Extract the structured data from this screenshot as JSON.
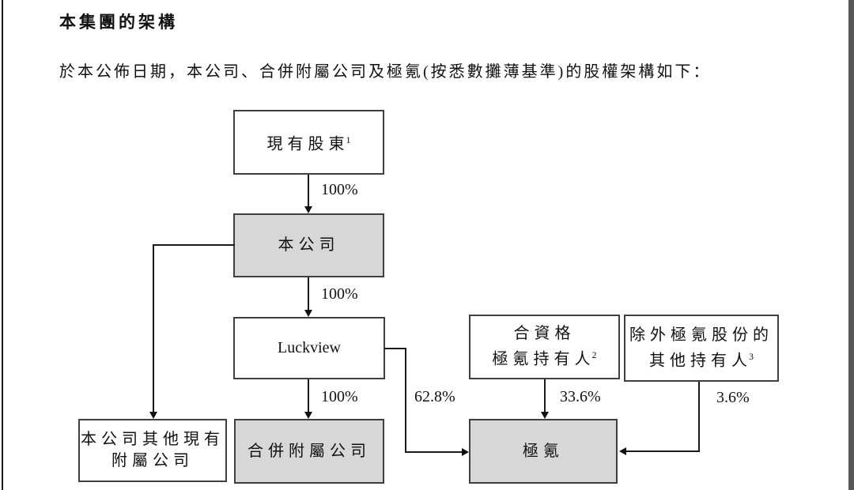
{
  "page": {
    "title": "本集團的架構",
    "intro": "於本公佈日期，本公司、合併附屬公司及極氪(按悉數攤薄基準)的股權架構如下："
  },
  "colors": {
    "box_fill_gray": "#d7d7d7",
    "box_fill_white": "#ffffff",
    "box_border": "#3f3f3f",
    "line": "#1a1a1a",
    "right_edge_bar": "#58585a"
  },
  "diagram": {
    "nodes": [
      {
        "id": "existing-shareholders",
        "line1": "現有股東",
        "sup": "1",
        "fill": "white"
      },
      {
        "id": "the-company",
        "line1": "本公司",
        "sup": "",
        "fill": "gray"
      },
      {
        "id": "luckview",
        "line1": "Luckview",
        "sup": "",
        "fill": "white"
      },
      {
        "id": "other-existing-subsidiaries",
        "line1": "本公司其他現有",
        "line2": "附屬公司",
        "sup": "",
        "fill": "white"
      },
      {
        "id": "consolidated-affiliated-entities",
        "line1": "合併附屬公司",
        "sup": "",
        "fill": "gray"
      },
      {
        "id": "eligible-zeekr-holders",
        "line1": "合資格",
        "line2": "極氪持有人",
        "sup": "2",
        "fill": "white"
      },
      {
        "id": "other-holders-excluded-zeekr-shares",
        "line1": "除外極氪股份的",
        "line2": "其他持有人",
        "sup": "3",
        "fill": "white"
      },
      {
        "id": "zeekr",
        "line1": "極氪",
        "sup": "",
        "fill": "gray"
      }
    ],
    "edges": {
      "shareholders_to_company": "100%",
      "company_to_luckview": "100%",
      "luckview_to_consolidated": "100%",
      "luckview_to_zeekr": "62.8%",
      "eligible_to_zeekr": "33.6%",
      "excluded_to_zeekr": "3.6%"
    }
  }
}
